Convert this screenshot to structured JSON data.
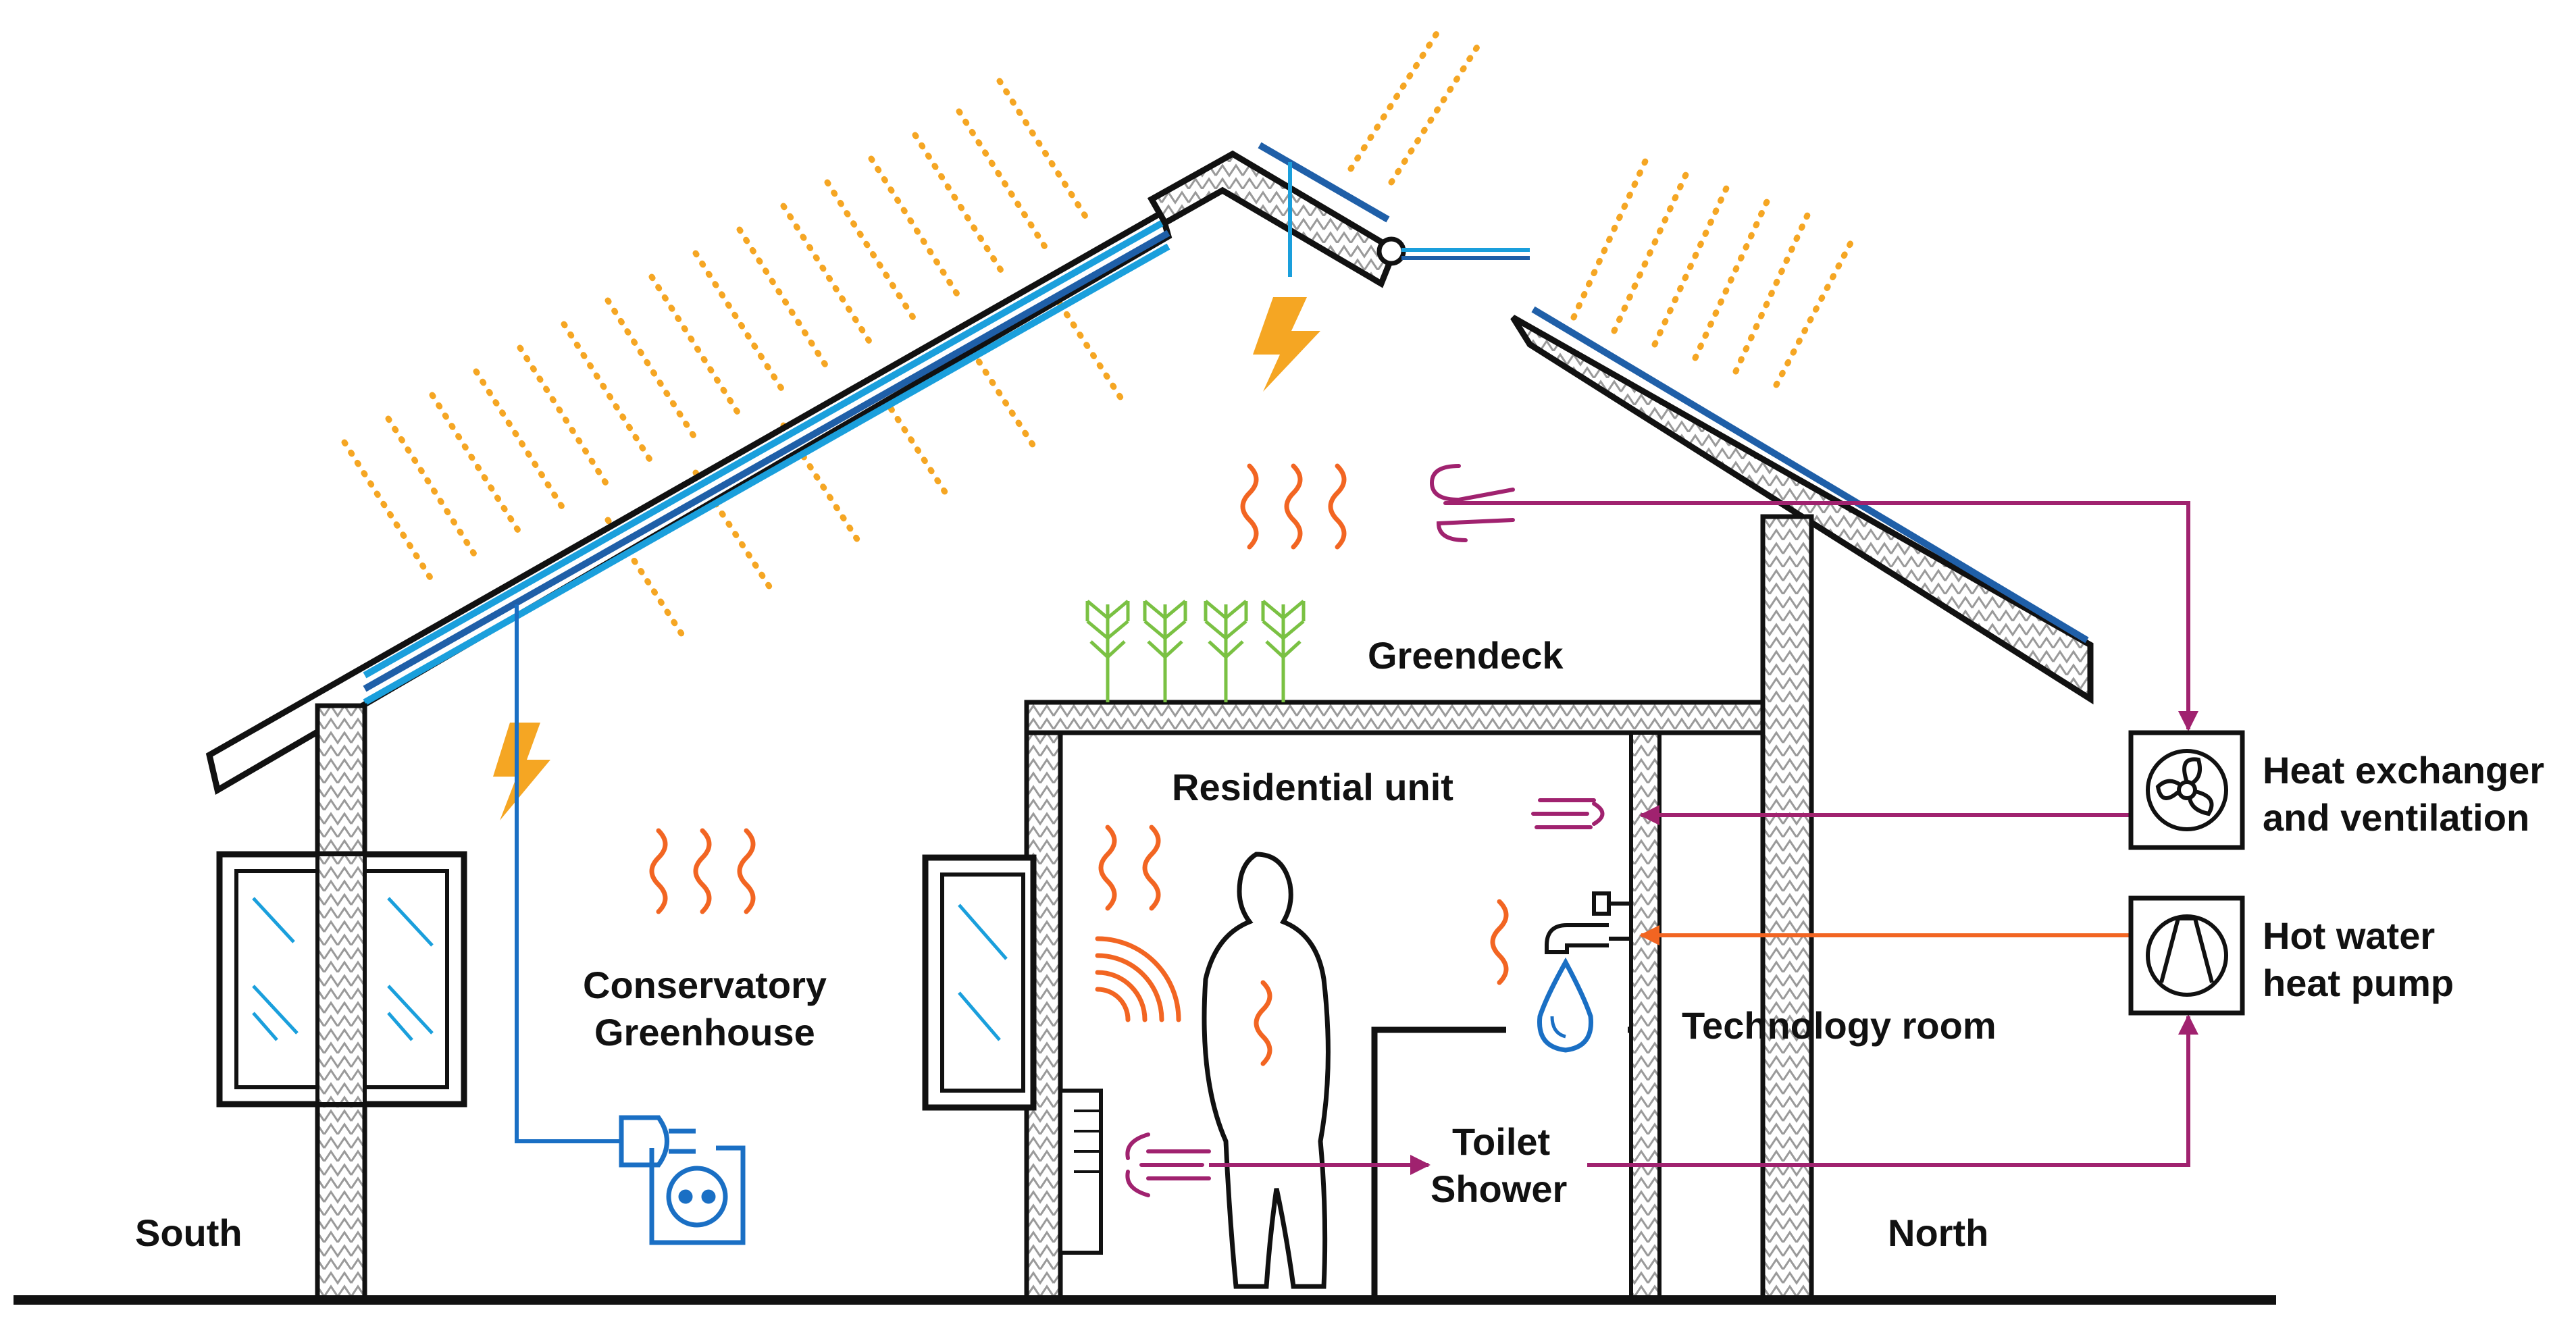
{
  "labels": {
    "greendeck": "Greendeck",
    "residential_unit": "Residential unit",
    "conservatory_line1": "Conservatory",
    "conservatory_line2": "Greenhouse",
    "technology_room": "Technology room",
    "toilet": "Toilet",
    "shower": "Shower",
    "south": "South",
    "north": "North",
    "heat_exchanger_line1": "Heat exchanger",
    "heat_exchanger_line2": "and ventilation",
    "heat_pump_line1": "Hot water",
    "heat_pump_line2": "heat pump"
  },
  "colors": {
    "structure": "#111111",
    "solar_panel": "#1a9fdc",
    "solar_panel_dark": "#1f5fa8",
    "sun_rays": "#f5a623",
    "lightning": "#f5a623",
    "heat_waves": "#f26522",
    "air_flow": "#a0226f",
    "hot_water": "#f26522",
    "plants": "#7ac143",
    "water_drop": "#1a6fc4",
    "electric": "#1a6fc4"
  },
  "icons": [
    "fan-icon",
    "heat-pump-icon",
    "plug-icon",
    "socket-icon",
    "water-drop-icon",
    "faucet-icon",
    "lightning-icon",
    "heat-wave-icon",
    "air-flow-icon",
    "plant-icon",
    "person-icon",
    "sun-ray-icon"
  ]
}
